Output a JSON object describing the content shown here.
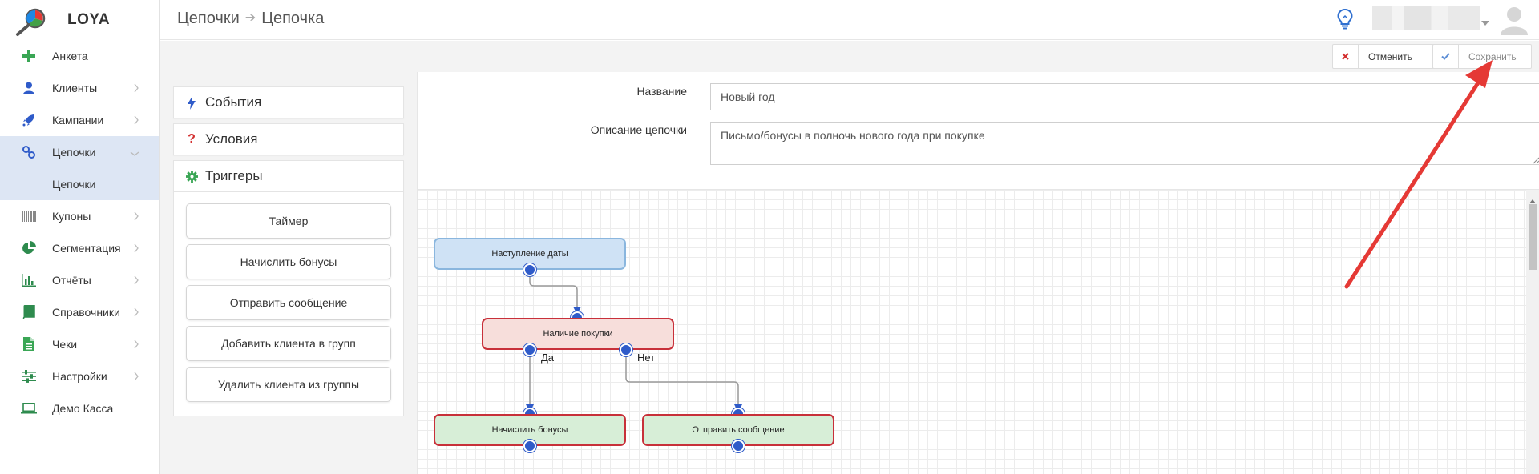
{
  "app": {
    "logo_text": "LOYA"
  },
  "sidebar": {
    "items": [
      {
        "label": "Анкета",
        "icon": "plus-icon"
      },
      {
        "label": "Клиенты",
        "icon": "user-icon"
      },
      {
        "label": "Кампании",
        "icon": "rocket-icon"
      },
      {
        "label": "Цепочки",
        "icon": "link-icon"
      },
      {
        "label": "Цепочки",
        "icon": ""
      },
      {
        "label": "Купоны",
        "icon": "barcode-icon"
      },
      {
        "label": "Сегментация",
        "icon": "pie-chart-icon"
      },
      {
        "label": "Отчёты",
        "icon": "bar-chart-icon"
      },
      {
        "label": "Справочники",
        "icon": "book-icon"
      },
      {
        "label": "Чеки",
        "icon": "receipt-icon"
      },
      {
        "label": "Настройки",
        "icon": "sliders-icon"
      },
      {
        "label": "Демо Касса",
        "icon": "laptop-icon"
      }
    ]
  },
  "header": {
    "breadcrumb": [
      "Цепочки",
      "Цепочка"
    ]
  },
  "toolbar": {
    "cancel_label": "Отменить",
    "save_label": "Сохранить"
  },
  "palette": {
    "sections": [
      "События",
      "Условия",
      "Триггеры"
    ],
    "triggers": [
      "Таймер",
      "Начислить бонусы",
      "Отправить сообщение",
      "Добавить клиента в групп",
      "Удалить клиента из группы"
    ]
  },
  "form": {
    "name_label": "Название",
    "name_value": "Новый год",
    "desc_label": "Описание цепочки",
    "desc_value": "Письмо/бонусы в полночь нового года при покупке"
  },
  "flow": {
    "nodes": {
      "date": "Наступление даты",
      "purchase": "Наличие покупки",
      "bonus": "Начислить бонусы",
      "message": "Отправить сообщение"
    },
    "edge_labels": {
      "yes": "Да",
      "no": "Нет"
    }
  },
  "colors": {
    "accent": "#2f5bc9",
    "annotation_arrow": "#e53935"
  }
}
